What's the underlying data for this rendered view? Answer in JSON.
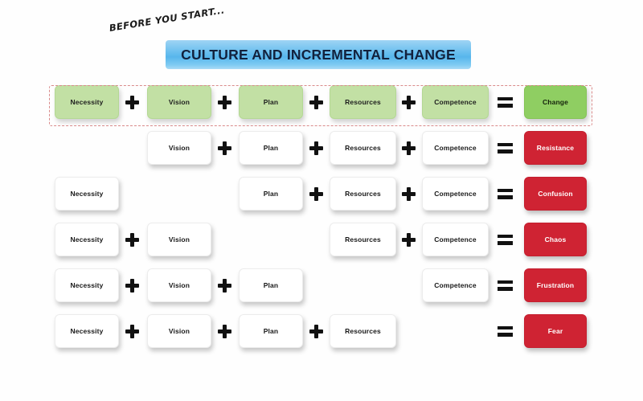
{
  "kicker": "BEFORE YOU START...",
  "title": "CULTURE AND INCREMENTAL CHANGE",
  "colors": {
    "banner_blue": "#6cc0ef",
    "banner_text": "#12213d",
    "component_green": "#c2e0a4",
    "outcome_green": "#8fce62",
    "outcome_red": "#cf2333",
    "highlight_dash": "#d98a8a",
    "box_white": "#ffffff"
  },
  "operators": {
    "plus": "+",
    "equals": "="
  },
  "components": [
    "Necessity",
    "Vision",
    "Plan",
    "Resources",
    "Competence"
  ],
  "rows": [
    {
      "id": "row-change",
      "highlighted": true,
      "style": "green",
      "cells": [
        "Necessity",
        "Vision",
        "Plan",
        "Resources",
        "Competence"
      ],
      "present": [
        true,
        true,
        true,
        true,
        true
      ],
      "outcome": "Change",
      "outcome_style": "green-strong"
    },
    {
      "id": "row-resistance",
      "highlighted": false,
      "style": "white",
      "cells": [
        "",
        "Vision",
        "Plan",
        "Resources",
        "Competence"
      ],
      "present": [
        false,
        true,
        true,
        true,
        true
      ],
      "outcome": "Resistance",
      "outcome_style": "red"
    },
    {
      "id": "row-confusion",
      "highlighted": false,
      "style": "white",
      "cells": [
        "Necessity",
        "",
        "Plan",
        "Resources",
        "Competence"
      ],
      "present": [
        true,
        false,
        true,
        true,
        true
      ],
      "outcome": "Confusion",
      "outcome_style": "red"
    },
    {
      "id": "row-chaos",
      "highlighted": false,
      "style": "white",
      "cells": [
        "Necessity",
        "Vision",
        "",
        "Resources",
        "Competence"
      ],
      "present": [
        true,
        true,
        false,
        true,
        true
      ],
      "outcome": "Chaos",
      "outcome_style": "red"
    },
    {
      "id": "row-frustration",
      "highlighted": false,
      "style": "white",
      "cells": [
        "Necessity",
        "Vision",
        "Plan",
        "",
        "Competence"
      ],
      "present": [
        true,
        true,
        true,
        false,
        true
      ],
      "outcome": "Frustration",
      "outcome_style": "red"
    },
    {
      "id": "row-fear",
      "highlighted": false,
      "style": "white",
      "cells": [
        "Necessity",
        "Vision",
        "Plan",
        "Resources",
        ""
      ],
      "present": [
        true,
        true,
        true,
        true,
        false
      ],
      "outcome": "Fear",
      "outcome_style": "red"
    }
  ]
}
